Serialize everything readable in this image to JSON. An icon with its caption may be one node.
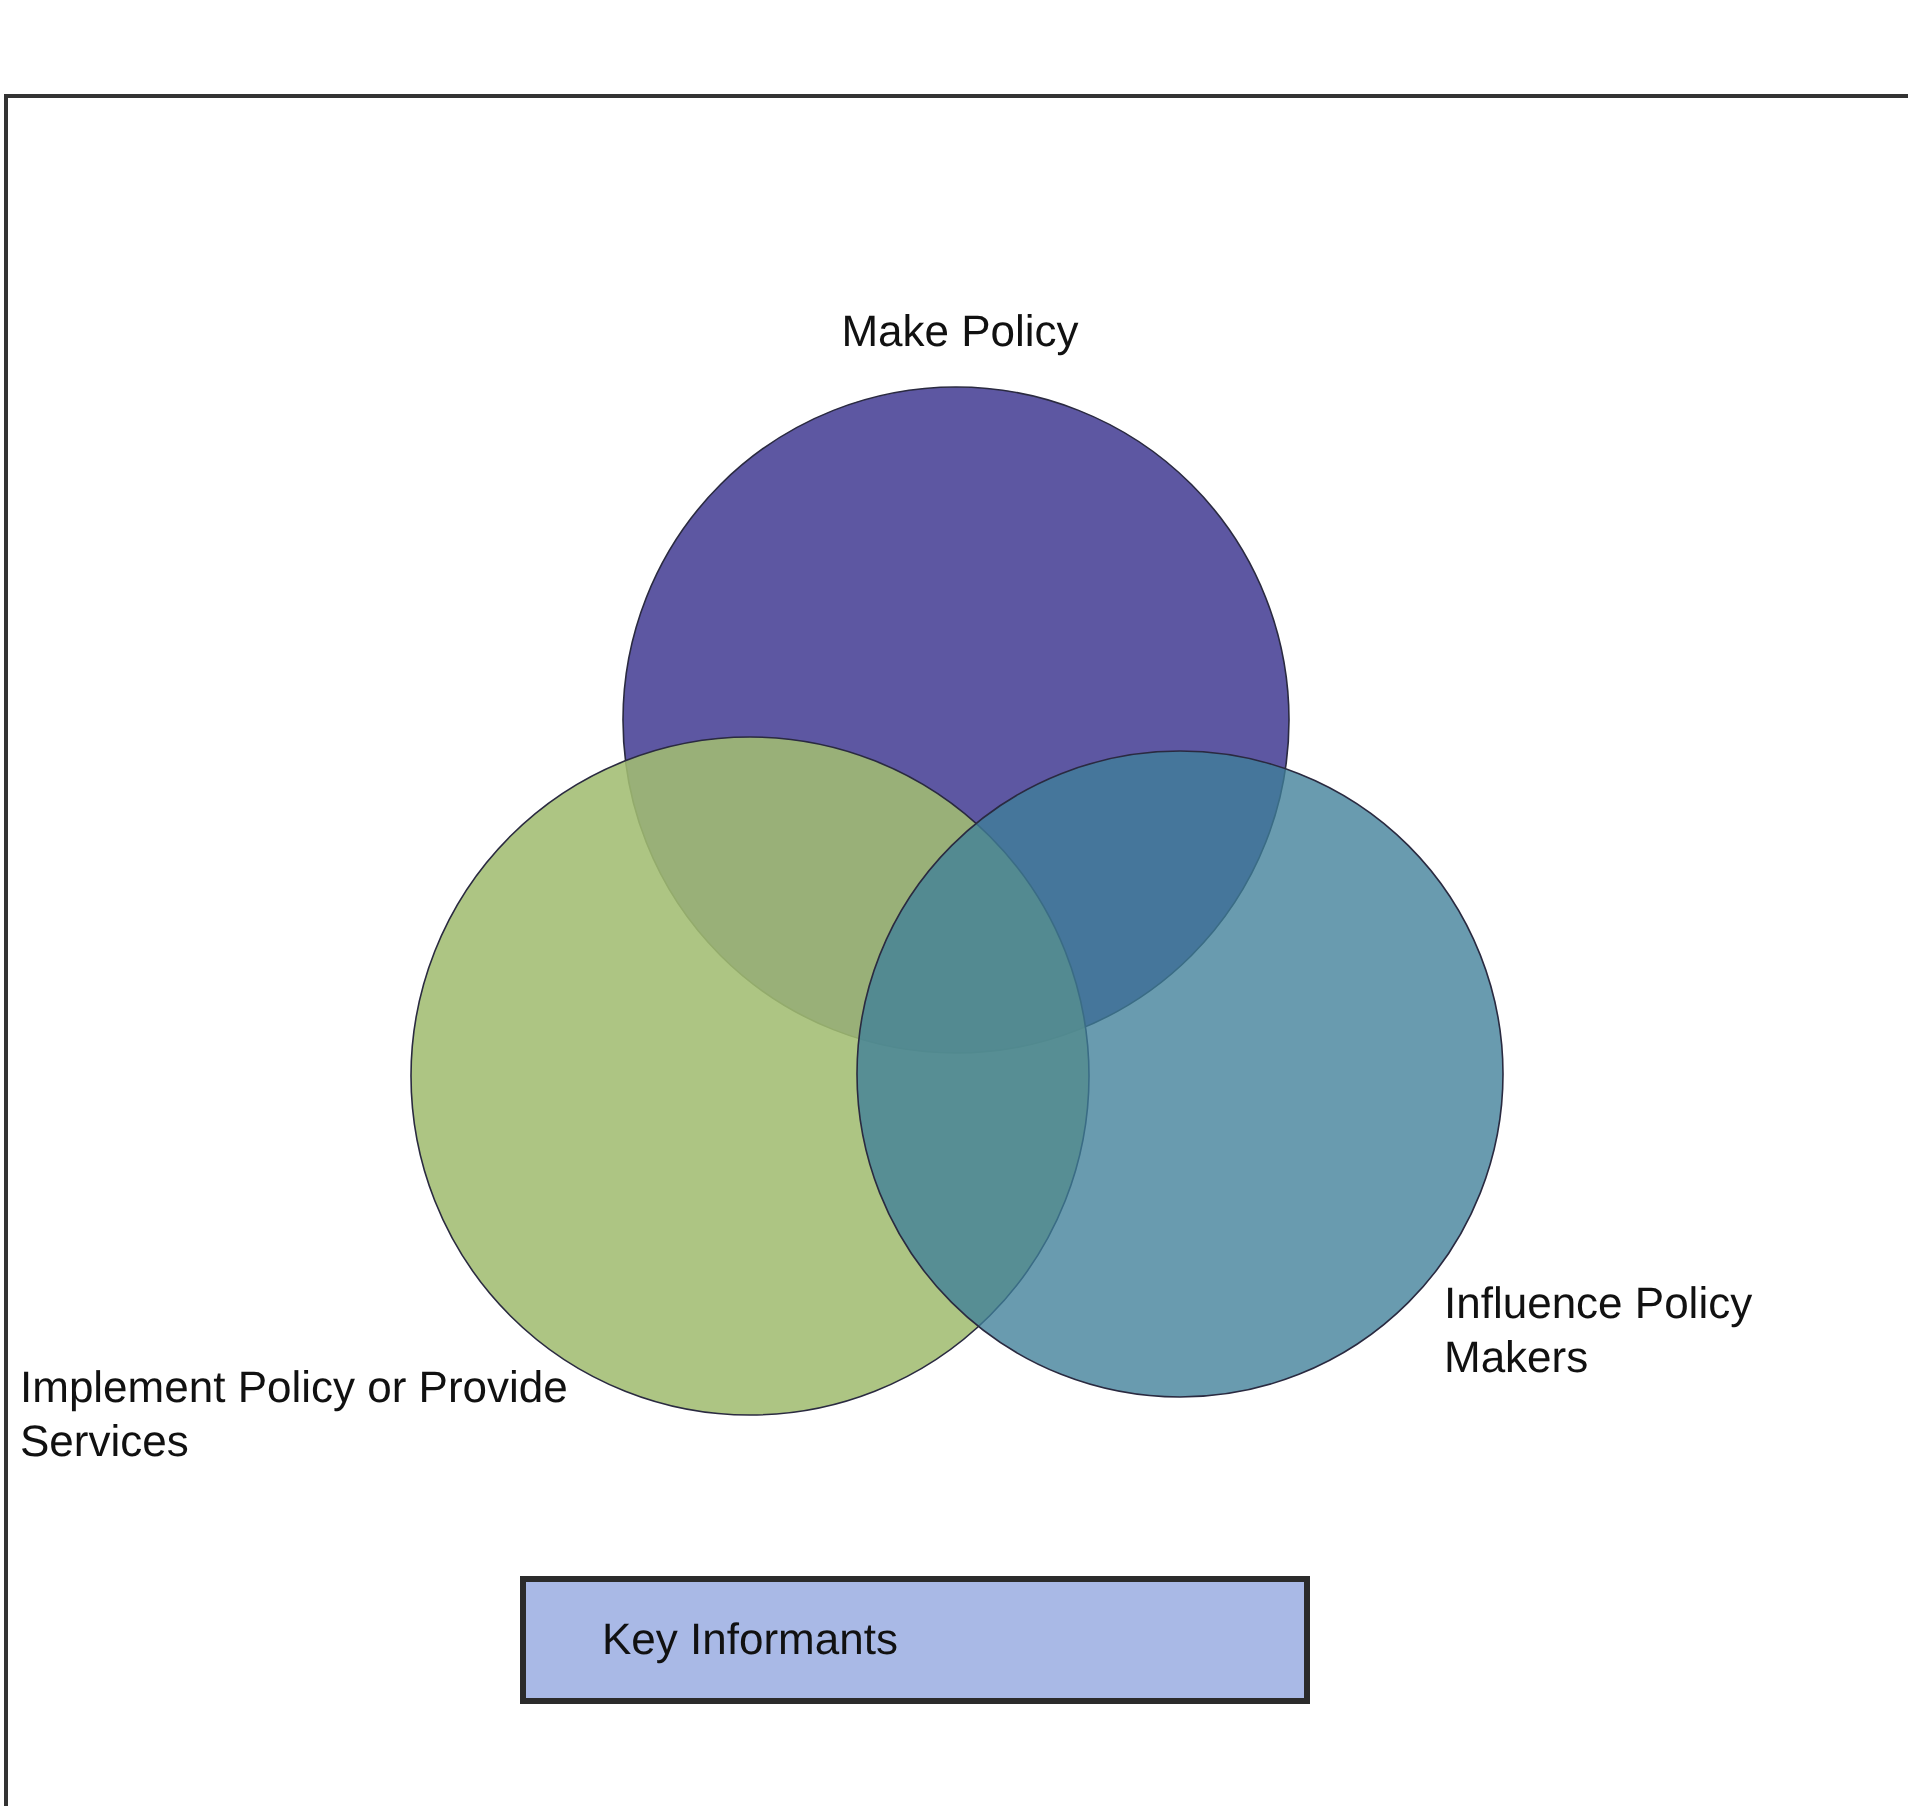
{
  "diagram": {
    "nodes": [
      {
        "text": [
          "Make Policy"
        ]
      },
      {
        "text": [
          "Implement Policy or Provide Services"
        ]
      },
      {
        "text": [
          "Influence Policy Makers"
        ]
      },
      {
        "text": [
          "Key Informants"
        ]
      }
    ],
    "edges": []
  }
}
